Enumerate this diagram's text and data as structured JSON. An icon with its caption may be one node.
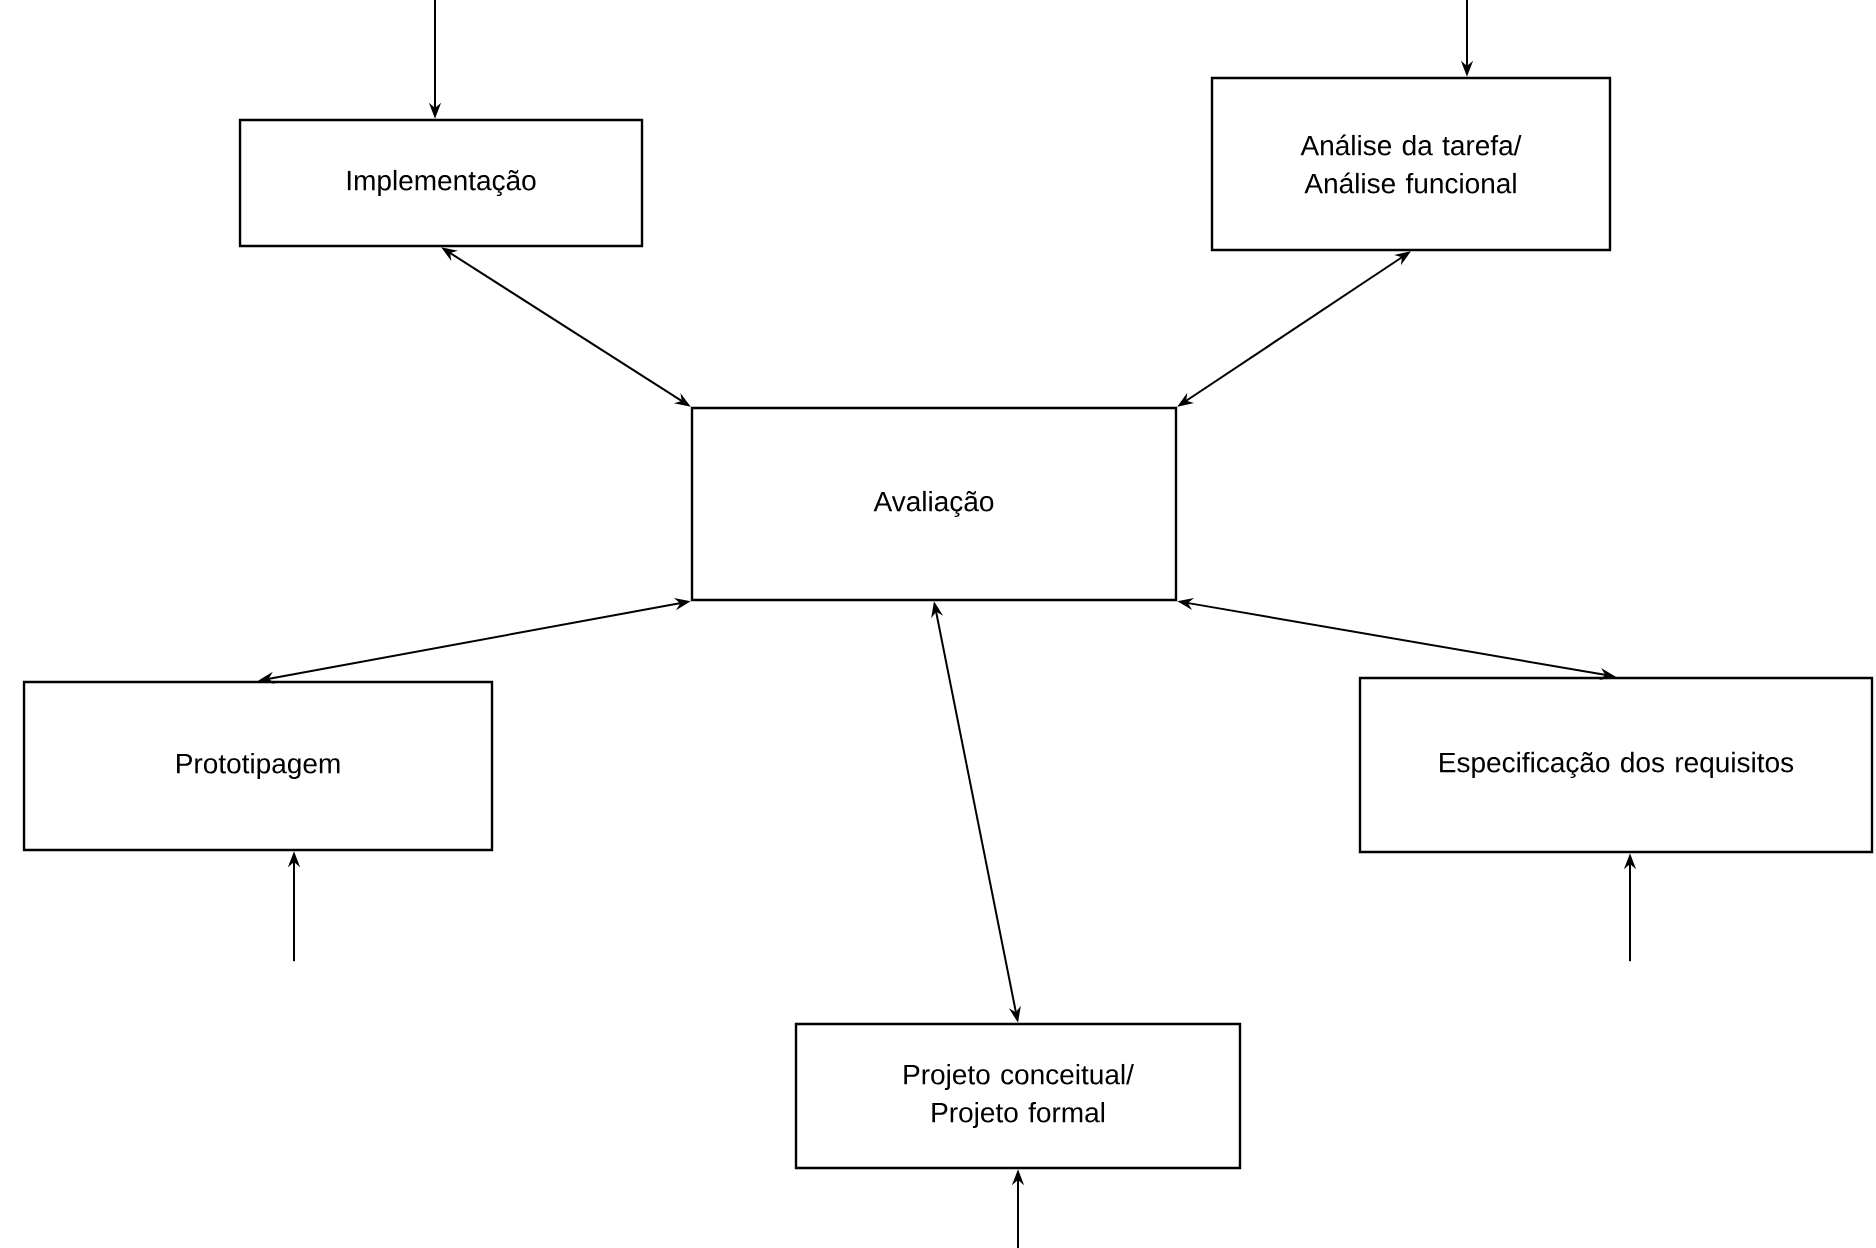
{
  "diagram": {
    "nodes": [
      {
        "text": [
          "Implementação"
        ]
      },
      {
        "text": [
          "Análise da tarefa/ Análise funcional"
        ]
      },
      {
        "text": [
          "Avaliação"
        ]
      },
      {
        "text": [
          "Prototipagem"
        ]
      },
      {
        "text": [
          "Especificação dos requisitos"
        ]
      },
      {
        "text": [
          "Projeto conceitual/ Projeto formal"
        ]
      }
    ],
    "edges": [
      {
        "from": null,
        "to": 0,
        "arrow": "to"
      },
      {
        "from": null,
        "to": 1,
        "arrow": "to"
      },
      {
        "from": 0,
        "to": 2,
        "arrow": "both"
      },
      {
        "from": 1,
        "to": 2,
        "arrow": "both"
      },
      {
        "from": 2,
        "to": 3,
        "arrow": "both"
      },
      {
        "from": 2,
        "to": 4,
        "arrow": "both"
      },
      {
        "from": 2,
        "to": 5,
        "arrow": "both"
      },
      {
        "from": null,
        "to": 3,
        "arrow": "to"
      },
      {
        "from": null,
        "to": 4,
        "arrow": "to"
      },
      {
        "from": null,
        "to": 5,
        "arrow": "to"
      }
    ]
  }
}
